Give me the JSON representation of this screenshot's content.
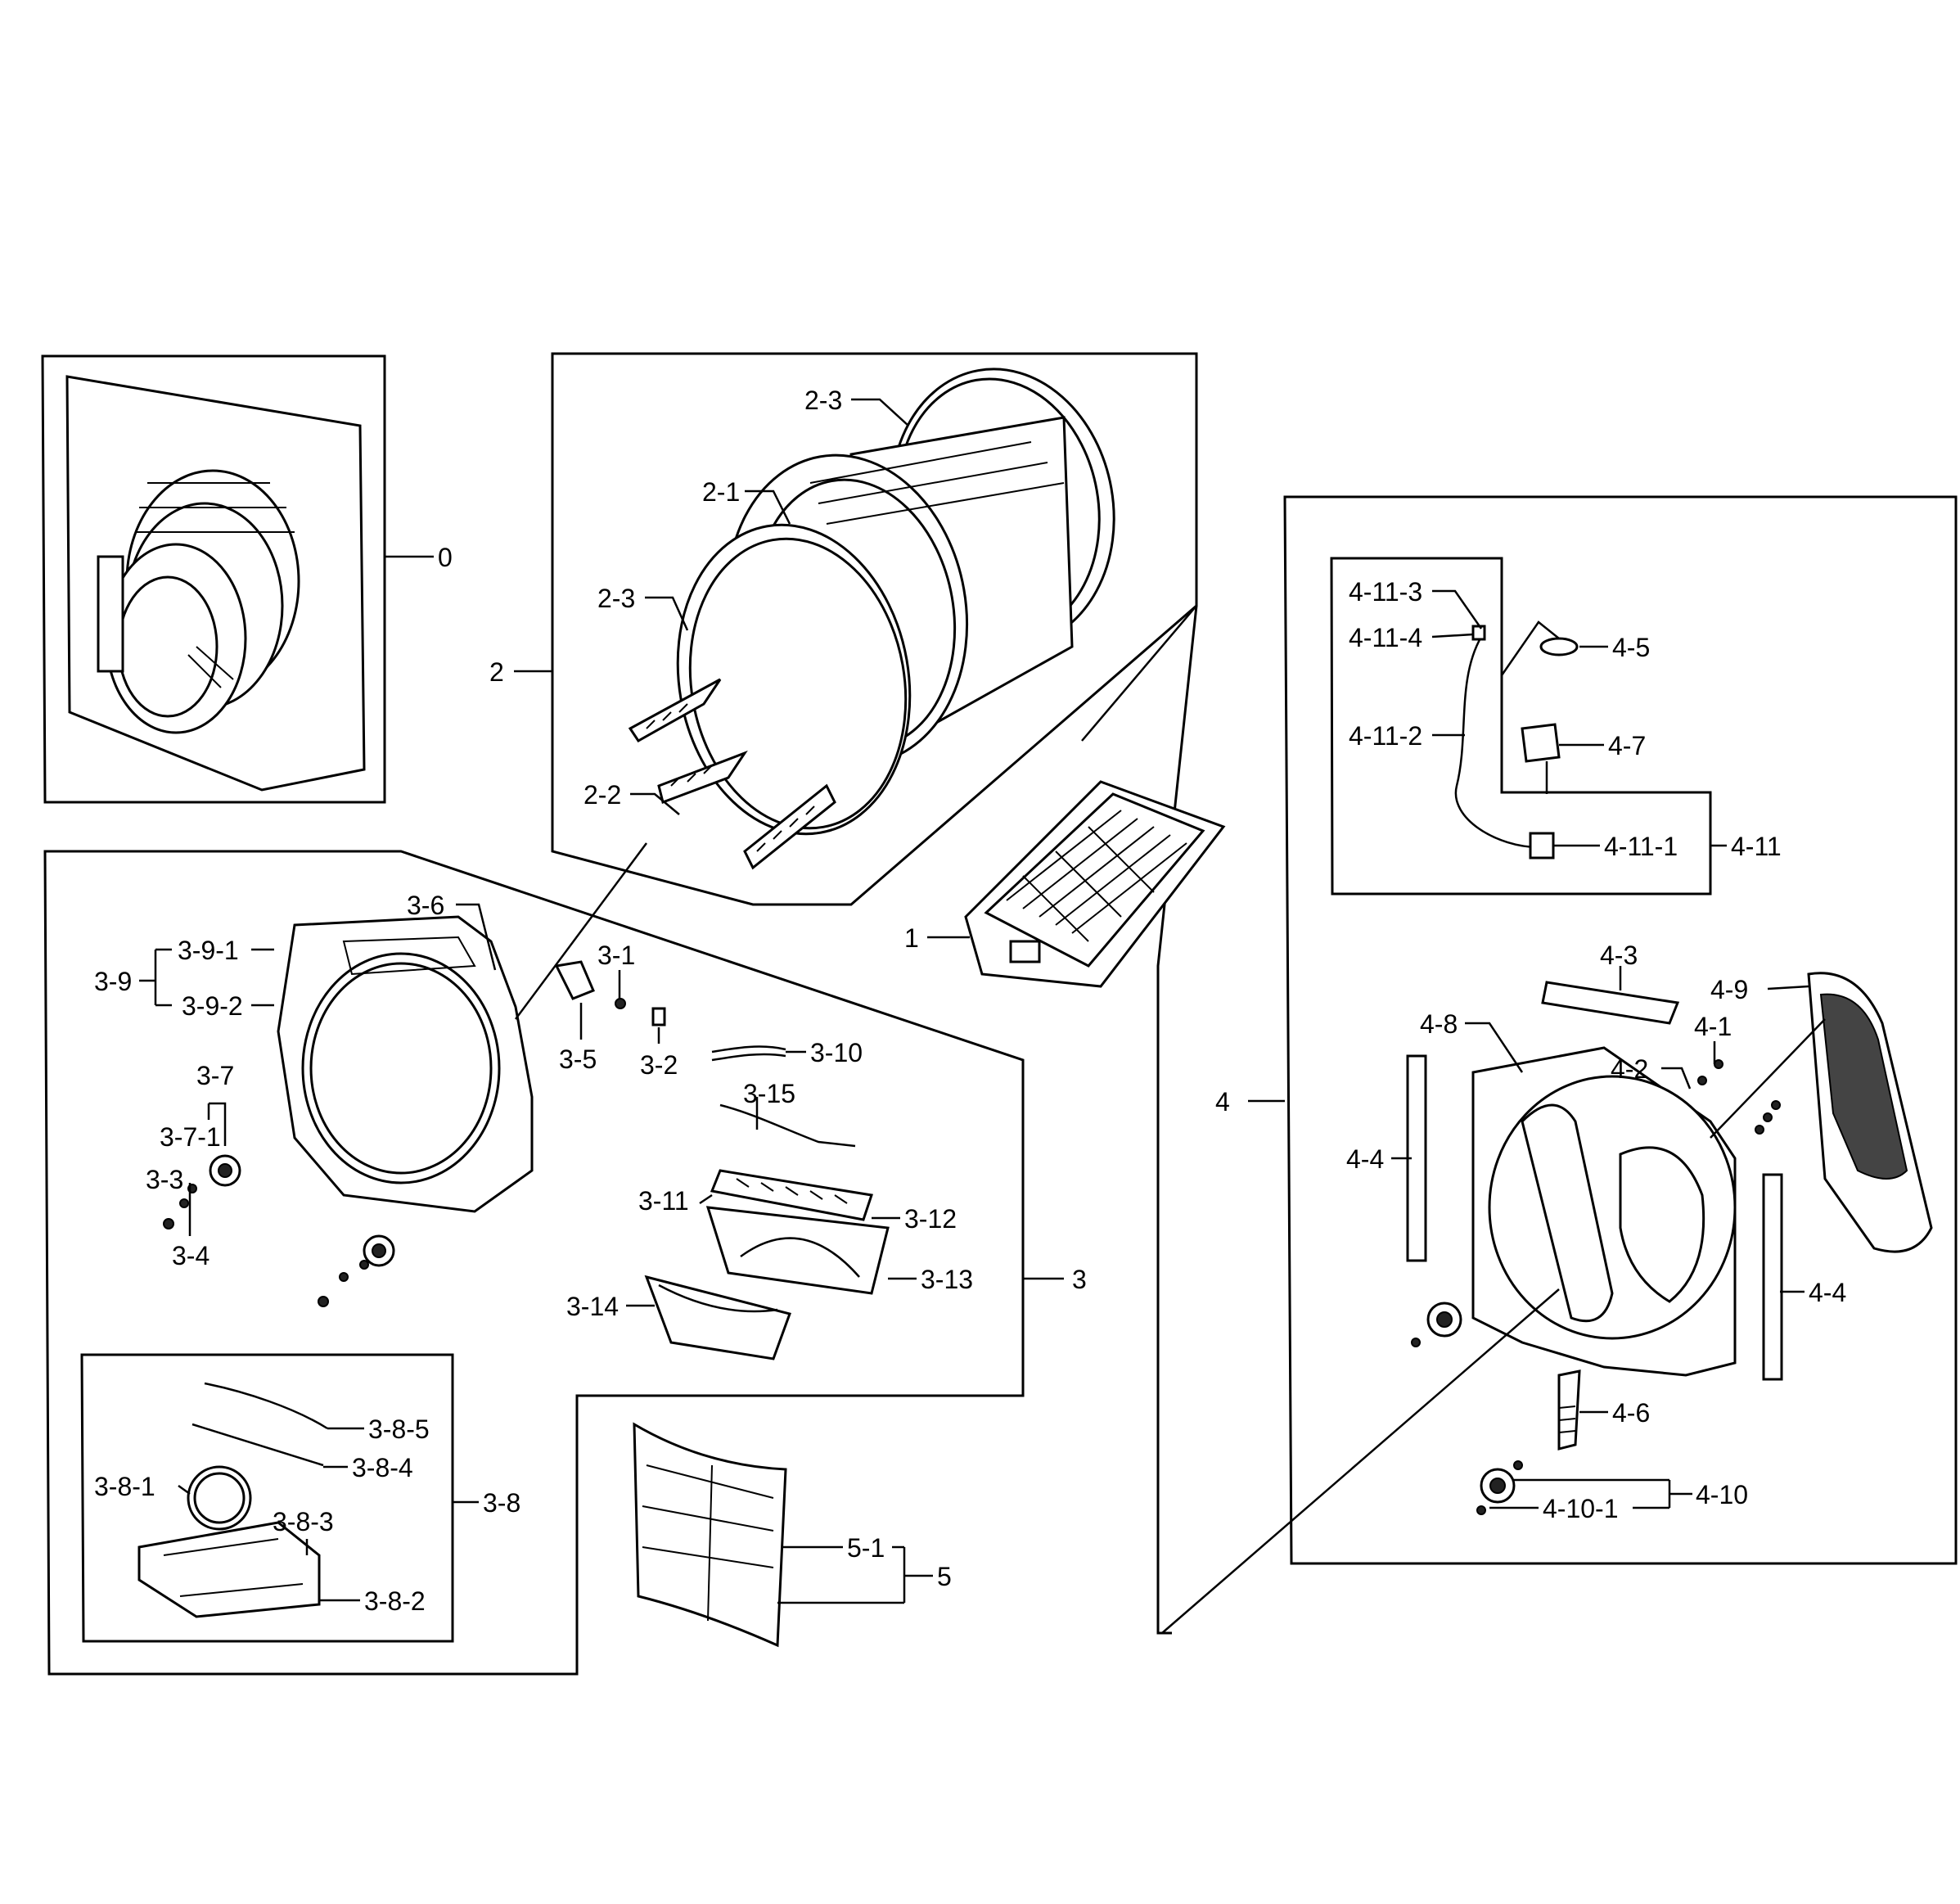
{
  "diagram": {
    "labels": {
      "l0": "0",
      "l1": "1",
      "l2": "2",
      "l2_1": "2-1",
      "l2_2": "2-2",
      "l2_3a": "2-3",
      "l2_3b": "2-3",
      "l3": "3",
      "l3_1": "3-1",
      "l3_2": "3-2",
      "l3_3": "3-3",
      "l3_4": "3-4",
      "l3_5": "3-5",
      "l3_6": "3-6",
      "l3_7": "3-7",
      "l3_7_1": "3-7-1",
      "l3_8": "3-8",
      "l3_8_1": "3-8-1",
      "l3_8_2": "3-8-2",
      "l3_8_3": "3-8-3",
      "l3_8_4": "3-8-4",
      "l3_8_5": "3-8-5",
      "l3_9": "3-9",
      "l3_9_1": "3-9-1",
      "l3_9_2": "3-9-2",
      "l3_10": "3-10",
      "l3_11": "3-11",
      "l3_12": "3-12",
      "l3_13": "3-13",
      "l3_14": "3-14",
      "l3_15": "3-15",
      "l4": "4",
      "l4_1": "4-1",
      "l4_2": "4-2",
      "l4_3": "4-3",
      "l4_4a": "4-4",
      "l4_4b": "4-4",
      "l4_5": "4-5",
      "l4_6": "4-6",
      "l4_7": "4-7",
      "l4_8": "4-8",
      "l4_9": "4-9",
      "l4_10": "4-10",
      "l4_10_1": "4-10-1",
      "l4_11": "4-11",
      "l4_11_1": "4-11-1",
      "l4_11_2": "4-11-2",
      "l4_11_3": "4-11-3",
      "l4_11_4": "4-11-4",
      "l5": "5",
      "l5_1": "5-1"
    }
  }
}
